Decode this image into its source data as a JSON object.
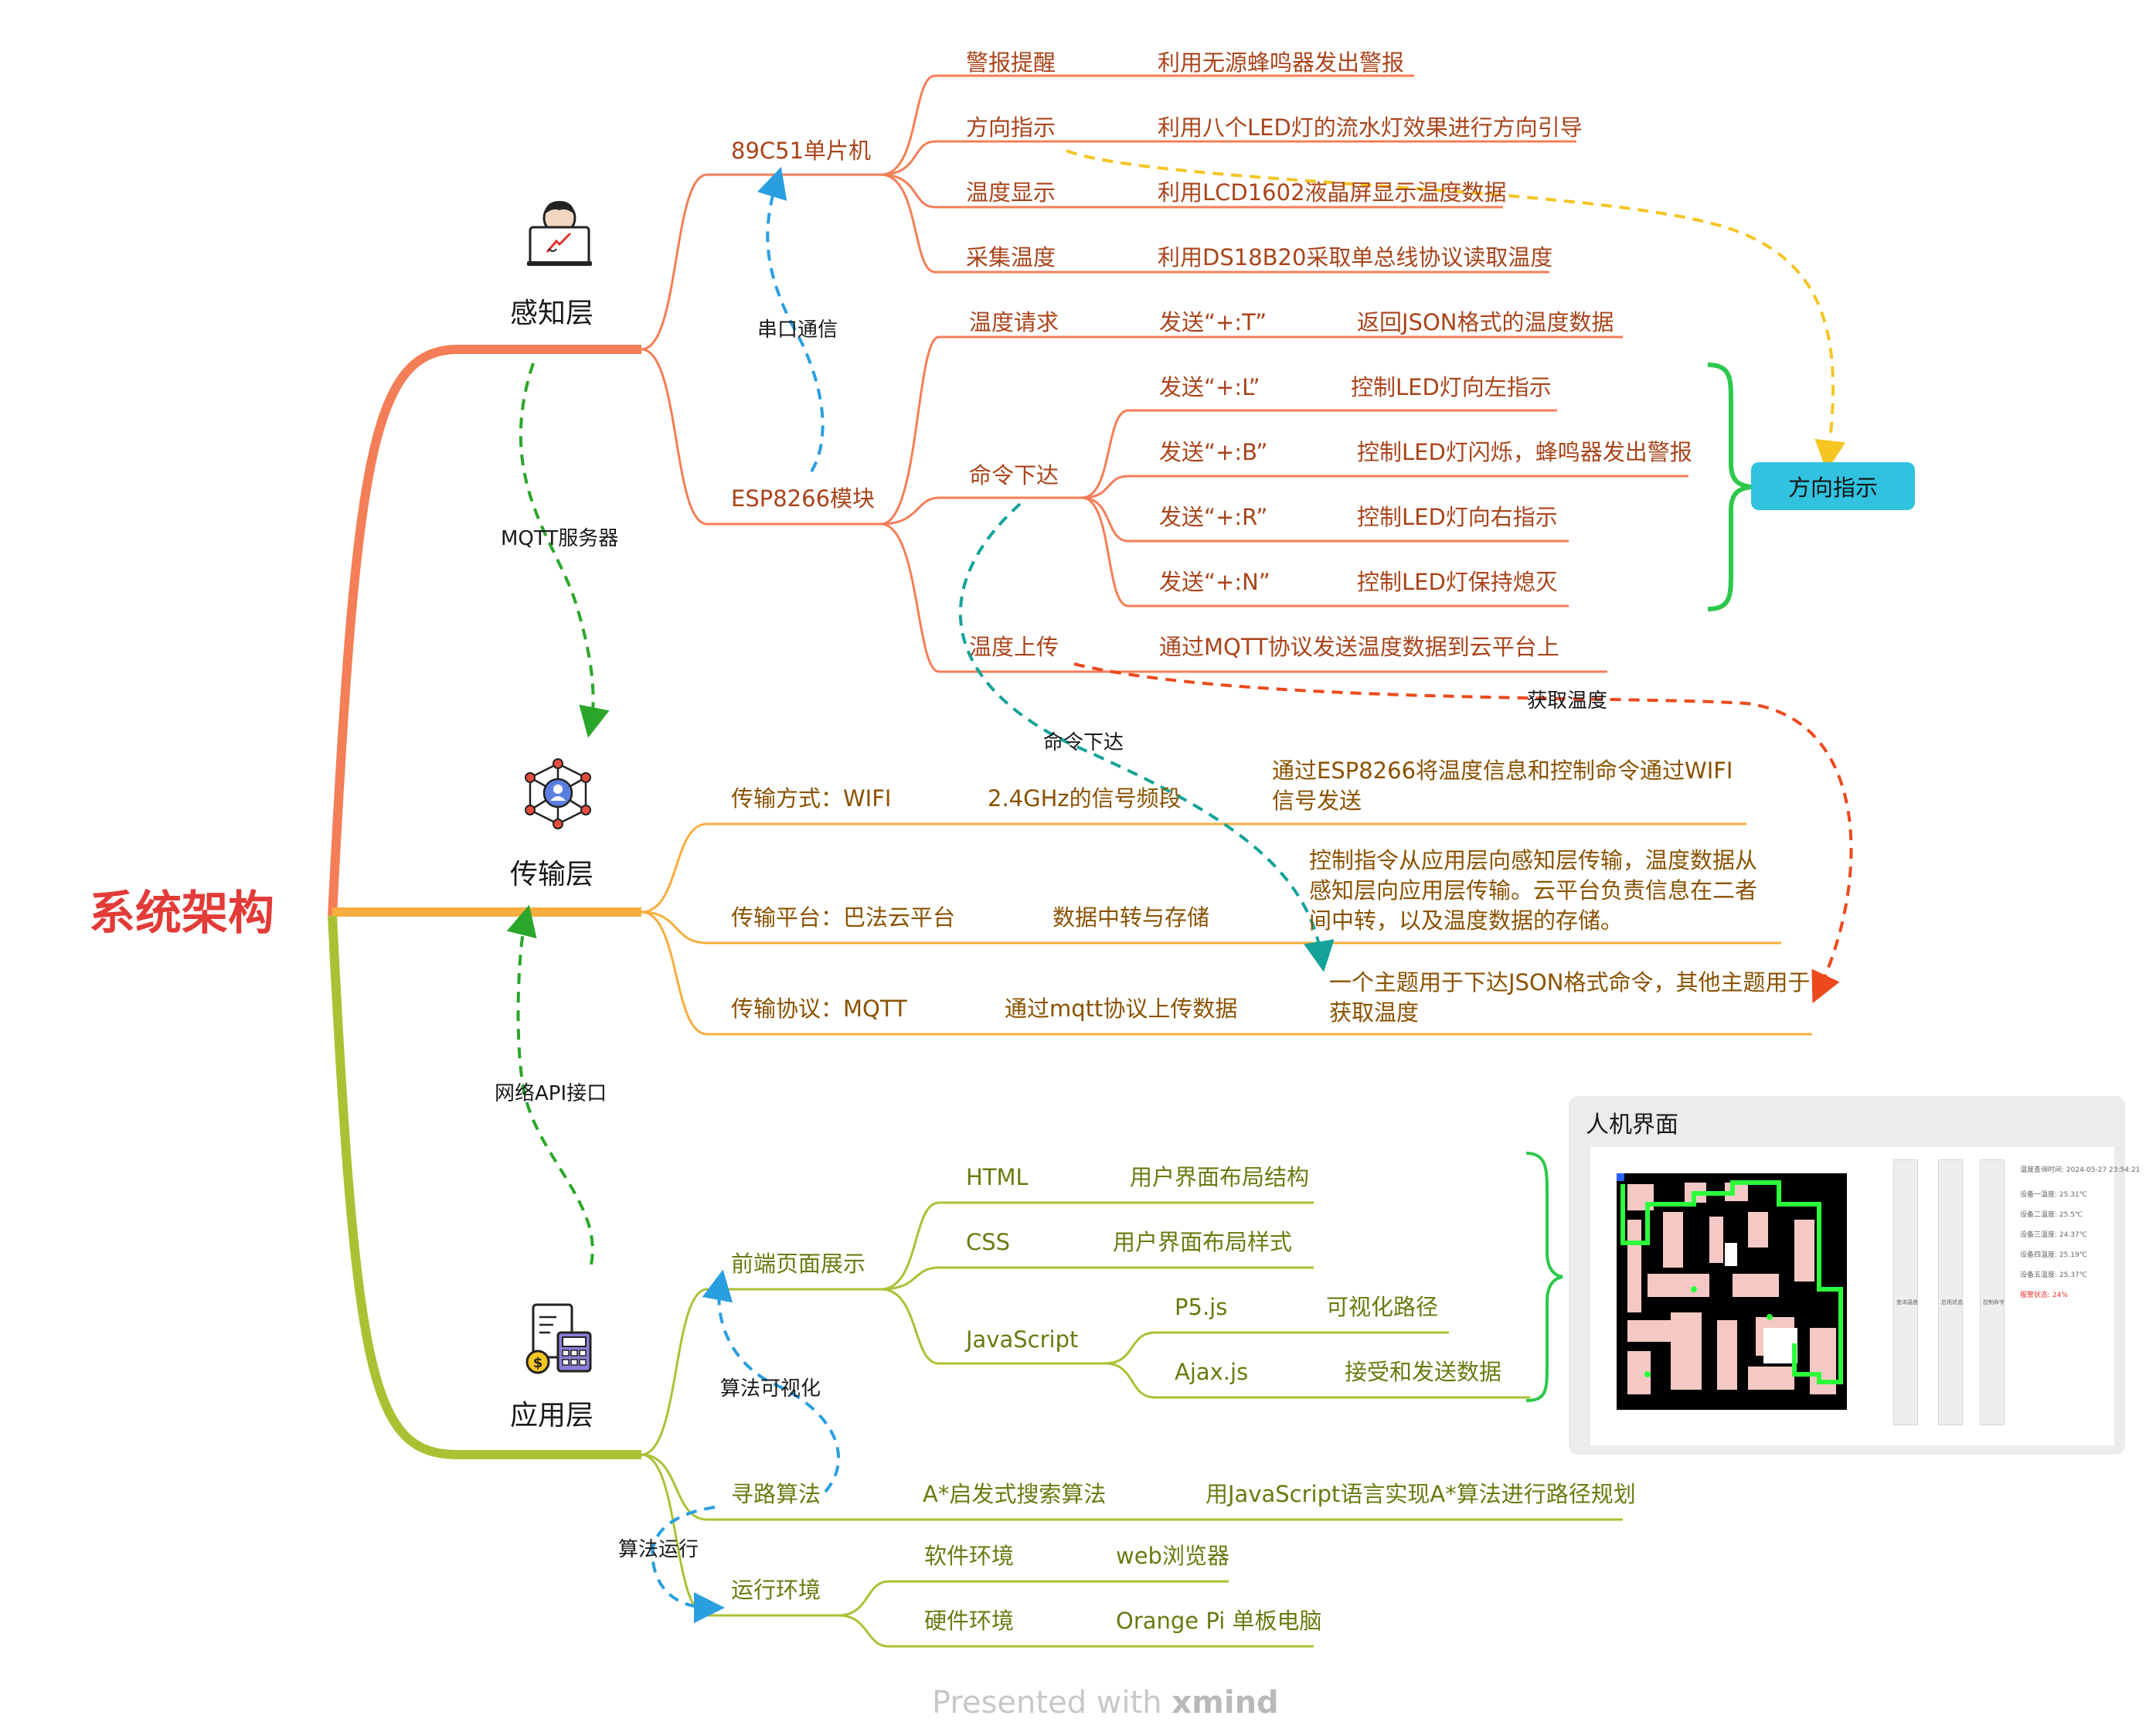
{
  "root": "系统架构",
  "layers": {
    "perception": "感知层",
    "transport": "传输层",
    "application": "应用层"
  },
  "perception": {
    "mcu": {
      "label": "89C51单片机",
      "items": [
        {
          "name": "警报提醒",
          "desc": "利用无源蜂鸣器发出警报"
        },
        {
          "name": "方向指示",
          "desc": "利用八个LED灯的流水灯效果进行方向引导"
        },
        {
          "name": "温度显示",
          "desc": "利用LCD1602液晶屏显示温度数据"
        },
        {
          "name": "采集温度",
          "desc": "利用DS18B20采取单总线协议读取温度"
        }
      ]
    },
    "esp": {
      "label": "ESP8266模块",
      "temp_request": {
        "name": "温度请求",
        "cmd": "发送“+:T”",
        "desc": "返回JSON格式的温度数据"
      },
      "command": {
        "name": "命令下达",
        "items": [
          {
            "cmd": "发送“+:L”",
            "desc": "控制LED灯向左指示"
          },
          {
            "cmd": "发送“+:B”",
            "desc": "控制LED灯闪烁，蜂鸣器发出警报"
          },
          {
            "cmd": "发送“+:R”",
            "desc": "控制LED灯向右指示"
          },
          {
            "cmd": "发送“+:N”",
            "desc": "控制LED灯保持熄灭"
          }
        ]
      },
      "temp_upload": {
        "name": "温度上传",
        "desc": "通过MQTT协议发送温度数据到云平台上"
      }
    }
  },
  "transport": {
    "method": {
      "label": "传输方式：WIFI",
      "sub": "2.4GHz的信号频段",
      "desc": "通过ESP8266将温度信息和控制命令通过WIFI信号发送"
    },
    "platform": {
      "label": "传输平台：巴法云平台",
      "sub": "数据中转与存储",
      "desc": "控制指令从应用层向感知层传输，温度数据从感知层向应用层传输。云平台负责信息在二者间中转，以及温度数据的存储。"
    },
    "protocol": {
      "label": "传输协议：MQTT",
      "sub": "通过mqtt协议上传数据",
      "desc": "一个主题用于下达JSON格式命令，其他主题用于获取温度"
    }
  },
  "application": {
    "frontend": {
      "label": "前端页面展示",
      "html": {
        "name": "HTML",
        "desc": "用户界面布局结构"
      },
      "css": {
        "name": "CSS",
        "desc": "用户界面布局样式"
      },
      "js": {
        "name": "JavaScript",
        "p5": {
          "name": "P5.js",
          "desc": "可视化路径"
        },
        "ajax": {
          "name": "Ajax.js",
          "desc": "接受和发送数据"
        }
      }
    },
    "pathfinding": {
      "label": "寻路算法",
      "sub": "A*启发式搜索算法",
      "desc": "用JavaScript语言实现A*算法进行路径规划"
    },
    "runtime": {
      "label": "运行环境",
      "software": {
        "name": "软件环境",
        "desc": "web浏览器"
      },
      "hardware": {
        "name": "硬件环境",
        "desc": "Orange Pi 单板电脑"
      }
    }
  },
  "relations": {
    "serial": "串口通信",
    "mqtt_server": "MQTT服务器",
    "command": "命令下达",
    "get_temp": "获取温度",
    "web_api": "网络API接口",
    "algo_vis": "算法可视化",
    "algo_run": "算法运行"
  },
  "direction_badge": "方向指示",
  "hmi": {
    "title": "人机界面",
    "bar_labels": [
      "查询温度",
      "启用状态",
      "控制命令"
    ],
    "stats": [
      "温度查询时间: 2024-05-27 23:54:21",
      "设备一温度: 25.31℃",
      "设备二温度: 25.5℃",
      "设备三温度: 24.37℃",
      "设备四温度: 25.19℃",
      "设备五温度: 25.37℃",
      "报警状态: 24%"
    ]
  },
  "footer": {
    "prefix": "Presented with",
    "brand": "xmind"
  },
  "colors": {
    "perception": "#f47e57",
    "transport": "#f7ae3d",
    "application": "#a9c234",
    "root_text": "#e23b38",
    "badge": "#31c2e0",
    "brace": "#2dc84b",
    "rel_blue": "#2a9fe0",
    "rel_green": "#2aa62a",
    "rel_teal": "#14a39a",
    "rel_yellow": "#f5c522",
    "rel_red": "#ec4a1c"
  },
  "icons": [
    "user-laptop-icon",
    "network-hub-icon",
    "calculator-invoice-icon"
  ]
}
